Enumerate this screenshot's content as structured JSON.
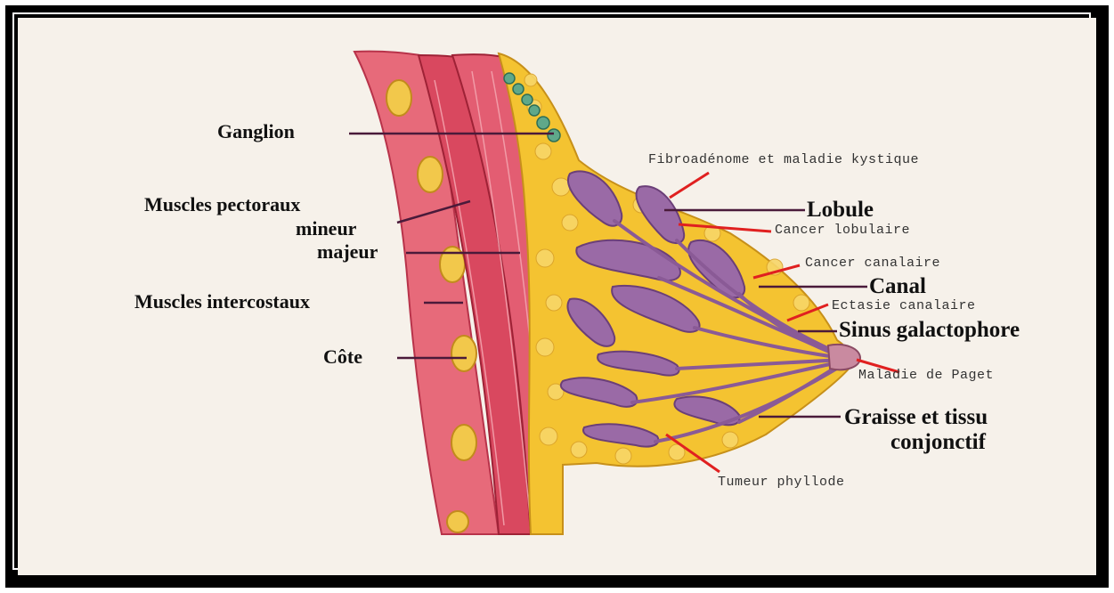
{
  "labels": {
    "ganglion": "Ganglion",
    "muscles_pectoraux": "Muscles pectoraux",
    "mineur": "mineur",
    "majeur": "majeur",
    "muscles_intercostaux": "Muscles intercostaux",
    "cote": "Côte",
    "lobule": "Lobule",
    "canal": "Canal",
    "sinus": "Sinus galactophore",
    "graisse_1": "Graisse et tissu",
    "graisse_2": "conjonctif"
  },
  "pathologies": {
    "fibroadenome": "Fibroadénome et maladie kystique",
    "cancer_lobulaire": "Cancer lobulaire",
    "cancer_canalaire": "Cancer canalaire",
    "ectasie": "Ectasie canalaire",
    "paget": "Maladie de Paget",
    "tumeur": "Tumeur phyllode"
  },
  "colors": {
    "frame": "#000000",
    "background": "#f6f1ea",
    "muscle": "#d9485f",
    "muscle_light": "#ee8a96",
    "fat": "#f4c331",
    "lobule": "#9a6aa6",
    "ganglion": "#5fa88a",
    "structure_line": "#4a1a3a",
    "pathology_line": "#e02020"
  }
}
